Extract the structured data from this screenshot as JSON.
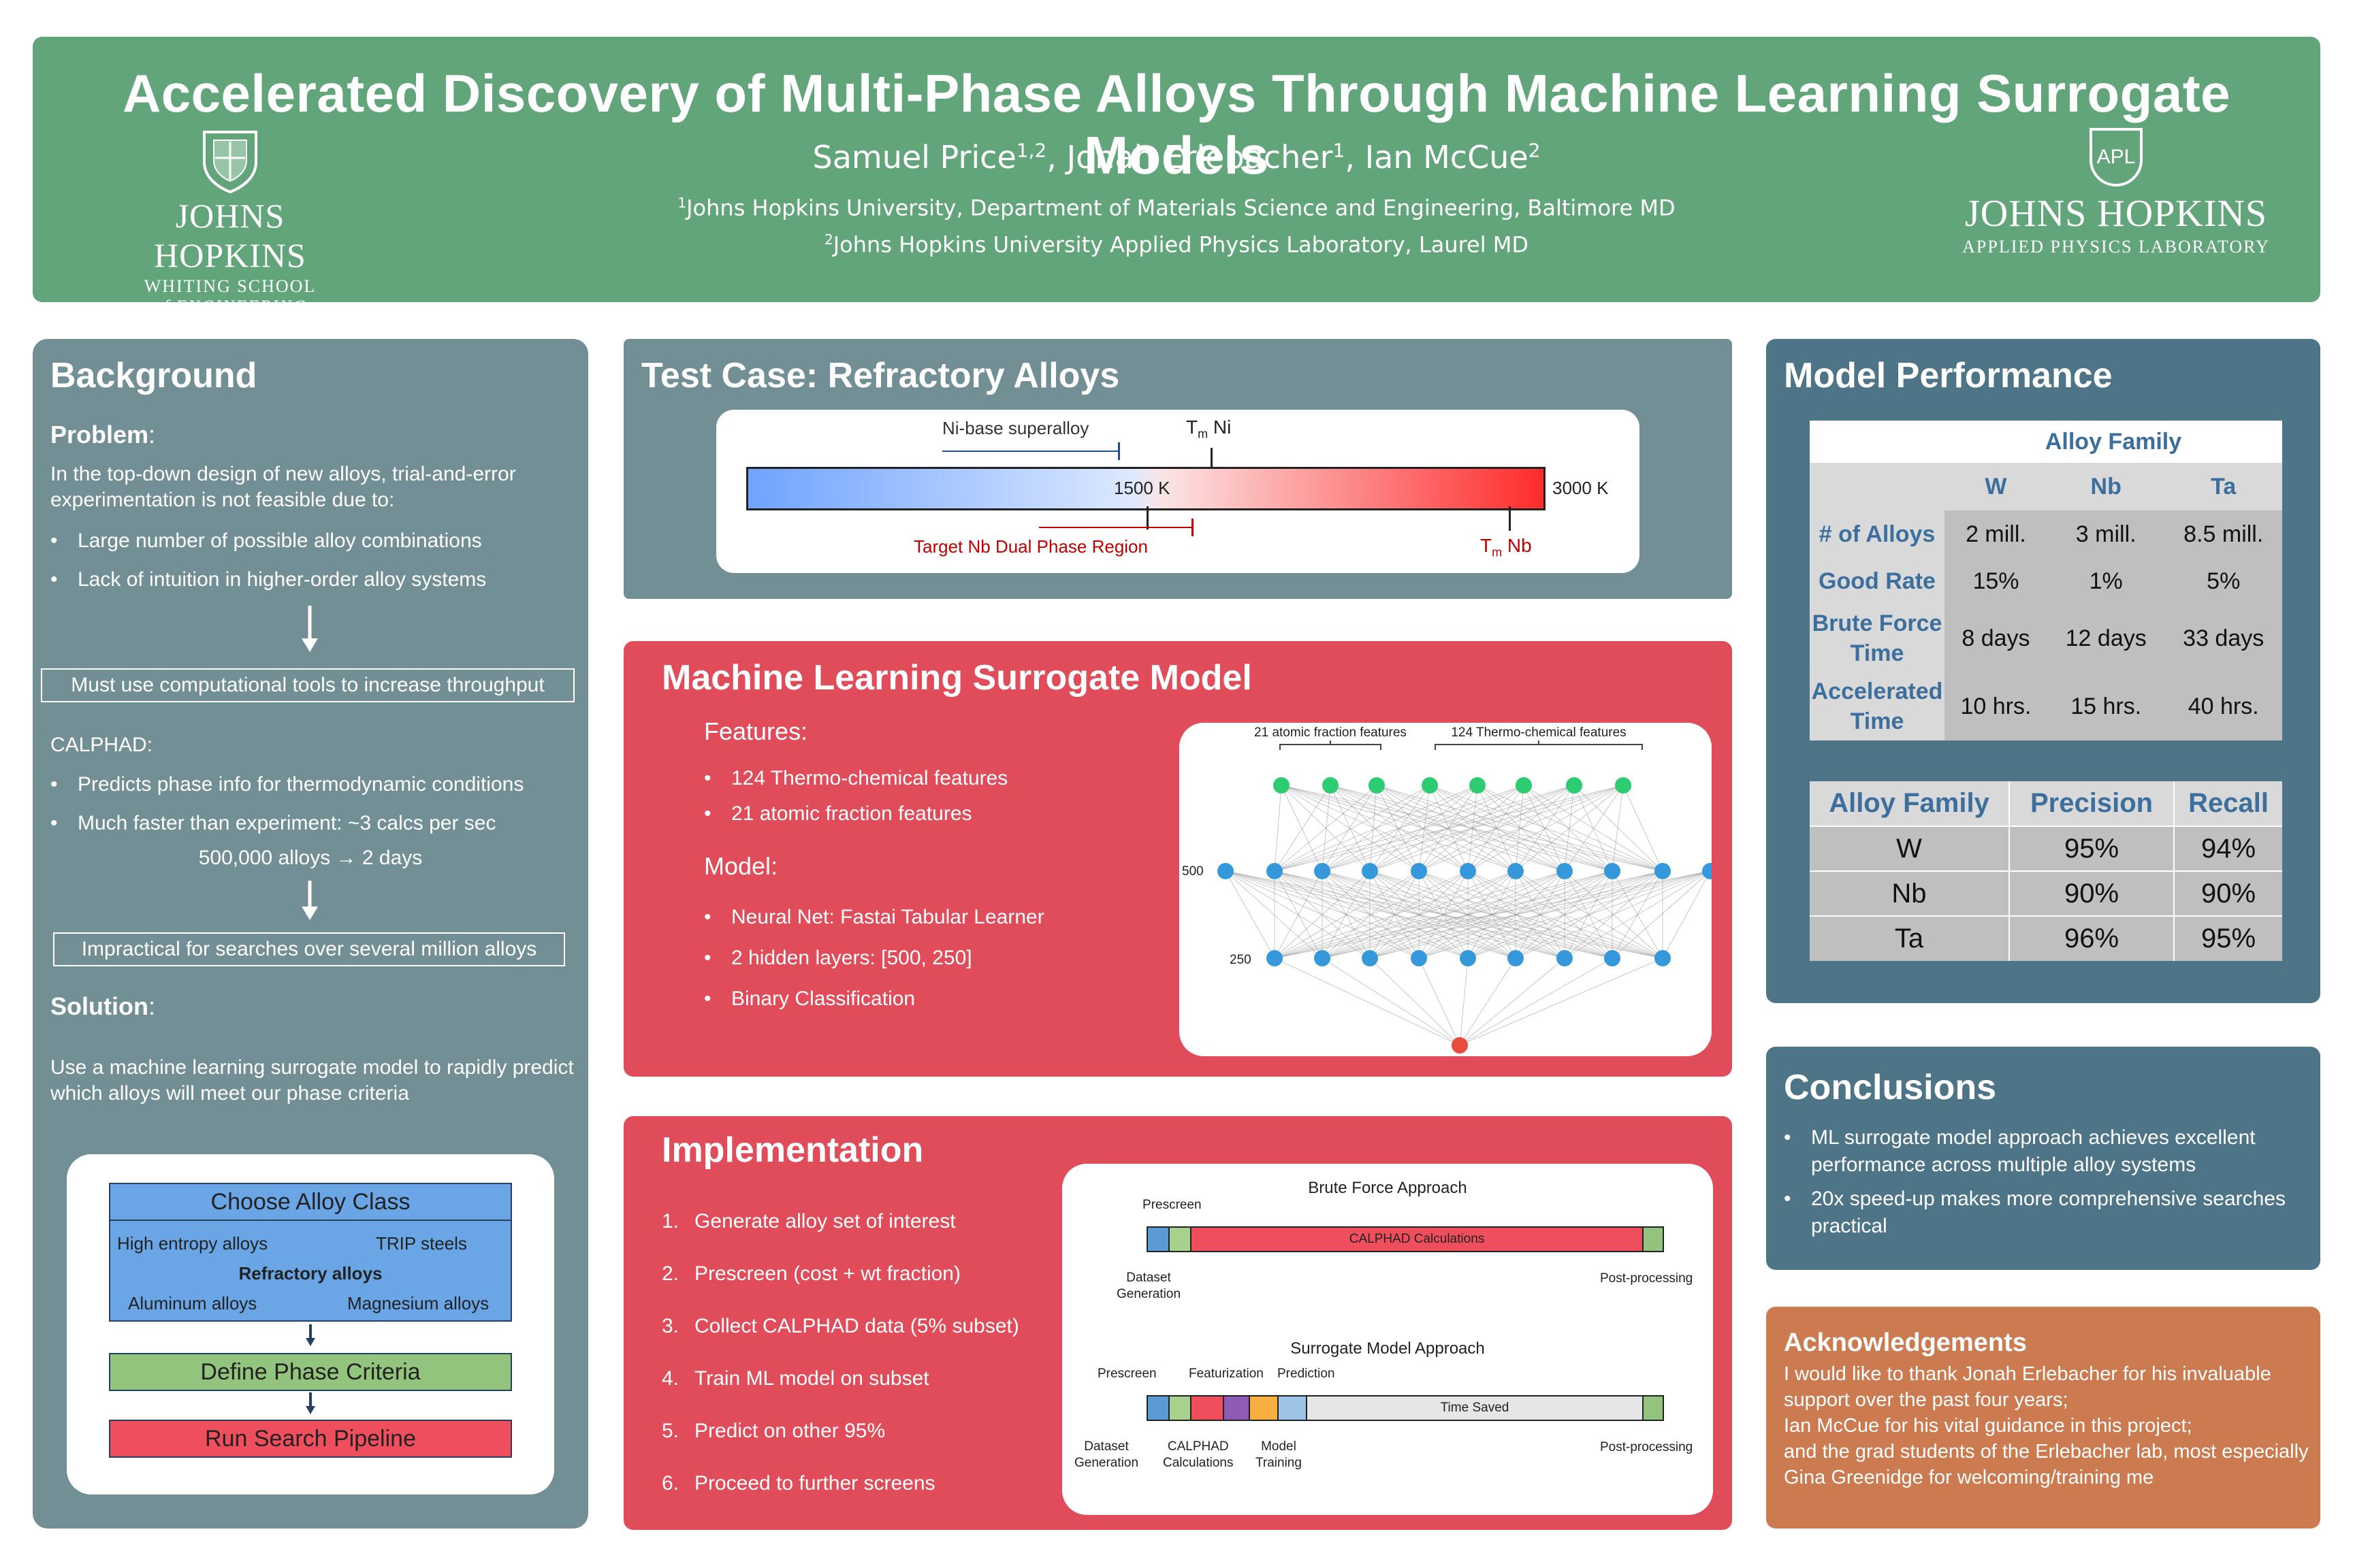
{
  "header": {
    "title": "Accelerated Discovery of Multi-Phase Alloys Through Machine Learning Surrogate Models",
    "authors": [
      {
        "name": "Samuel Price",
        "sup": "1,2",
        "sep": ", "
      },
      {
        "name": "Jonah Erlebacher",
        "sup": "1",
        "sep": ", "
      },
      {
        "name": "Ian McCue",
        "sup": "2",
        "sep": ""
      }
    ],
    "affiliations": [
      {
        "sup": "1",
        "text": "Johns Hopkins University, Department of Materials Science and Engineering, Baltimore MD"
      },
      {
        "sup": "2",
        "text": "Johns Hopkins University Applied Physics Laboratory, Laurel MD"
      }
    ],
    "left_logo": {
      "name": "JOHNS HOPKINS",
      "line1": "WHITING SCHOOL",
      "line2": "of ENGINEERING"
    },
    "right_logo": {
      "badge": "APL",
      "name": "JOHNS HOPKINS",
      "line1": "APPLIED PHYSICS LABORATORY"
    }
  },
  "background": {
    "title": "Background",
    "problem_label": "Problem",
    "problem_text": "In the top-down design of new alloys, trial-and-error experimentation is not feasible due to:",
    "problem_bullets": [
      "Large number of possible alloy combinations",
      "Lack of intuition in higher-order alloy systems"
    ],
    "box1": "Must use computational tools to increase throughput",
    "calphad_label": "CALPHAD:",
    "calphad_bullets": [
      "Predicts phase info for thermodynamic conditions",
      "Much faster than experiment: ~3 calcs per sec"
    ],
    "calphad_rate": "500,000 alloys → 2 days",
    "box2": "Impractical for searches over several million alloys",
    "solution_label": "Solution",
    "solution_text": "Use a machine learning surrogate model to rapidly predict which alloys will meet our phase criteria",
    "flow": {
      "step1": "Choose Alloy Class",
      "classes": [
        "High entropy alloys",
        "TRIP steels",
        "Refractory alloys",
        "Aluminum alloys",
        "Magnesium alloys"
      ],
      "step2": "Define Phase Criteria",
      "step3": "Run Search Pipeline"
    }
  },
  "test_case": {
    "title": "Test Case: Refractory Alloys",
    "ni_superalloy": "Ni-base superalloy",
    "tm_ni": {
      "t": "T",
      "sub": "m",
      "rest": " Ni"
    },
    "mid_label": "1500 K",
    "end_label": "3000 K",
    "target_region": "Target Nb Dual Phase Region",
    "tm_nb": {
      "t": "T",
      "sub": "m",
      "rest": " Nb"
    }
  },
  "ml_model": {
    "title": "Machine Learning Surrogate Model",
    "features_label": "Features",
    "features": [
      "124 Thermo-chemical features",
      "21 atomic fraction features"
    ],
    "model_label": "Model",
    "model_items": [
      "Neural Net: Fastai Tabular Learner",
      "2 hidden layers: [500, 250]",
      "Binary Classification"
    ],
    "diagram": {
      "label_atomic": "21 atomic fraction features",
      "label_thermo": "124 Thermo-chemical features",
      "layer1": "500",
      "layer2": "250",
      "colors": {
        "input": "#2ecc71",
        "hidden": "#3498db",
        "output": "#e74c3c"
      }
    }
  },
  "implementation": {
    "title": "Implementation",
    "steps": [
      "Generate alloy set of interest",
      "Prescreen (cost + wt fraction)",
      "Collect CALPHAD data (5% subset)",
      "Train ML model on subset",
      "Predict on other 95%",
      "Proceed to further screens"
    ],
    "brute": {
      "title": "Brute Force Approach",
      "prescreen": "Prescreen",
      "calphad": "CALPHAD Calculations",
      "dataset": [
        "Dataset",
        "Generation"
      ],
      "post": "Post-processing"
    },
    "surrogate": {
      "title": "Surrogate Model Approach",
      "prescreen": "Prescreen",
      "featurization": "Featurization",
      "prediction": "Prediction",
      "time_saved": "Time Saved",
      "dataset": [
        "Dataset",
        "Generation"
      ],
      "calphad": [
        "CALPHAD",
        "Calculations"
      ],
      "model": [
        "Model",
        "Training"
      ],
      "post": "Post-processing"
    }
  },
  "performance": {
    "title": "Model Performance",
    "table1": {
      "family_header": "Alloy Family",
      "columns": [
        "W",
        "Nb",
        "Ta"
      ],
      "rows": [
        {
          "label": "# of Alloys",
          "values": [
            "2 mill.",
            "3 mill.",
            "8.5 mill."
          ]
        },
        {
          "label": "Good Rate",
          "values": [
            "15%",
            "1%",
            "5%"
          ]
        },
        {
          "label": "Brute Force Time",
          "values": [
            "8 days",
            "12 days",
            "33 days"
          ]
        },
        {
          "label": "Accelerated Time",
          "values": [
            "10 hrs.",
            "15 hrs.",
            "40 hrs."
          ]
        }
      ]
    },
    "table2": {
      "headers": [
        "Alloy Family",
        "Precision",
        "Recall"
      ],
      "rows": [
        [
          "W",
          "95%",
          "94%"
        ],
        [
          "Nb",
          "90%",
          "90%"
        ],
        [
          "Ta",
          "96%",
          "95%"
        ]
      ]
    }
  },
  "conclusions": {
    "title": "Conclusions",
    "items": [
      "ML surrogate model approach achieves excellent performance across multiple alloy systems",
      "20x speed-up makes more comprehensive searches practical"
    ]
  },
  "acknowledgements": {
    "title": "Acknowledgements",
    "lines": [
      "I would like to thank Jonah Erlebacher for his invaluable support over the past four years;",
      "Ian McCue for his vital guidance in this project;",
      "and the grad students of the Erlebacher lab, most especially Gina Greenidge for welcoming/training me"
    ]
  },
  "colors": {
    "header_green": "#62a57a",
    "slate": "#718f94",
    "red": "#e04c5a",
    "teal": "#4e7487",
    "orange": "#cc7a50"
  }
}
